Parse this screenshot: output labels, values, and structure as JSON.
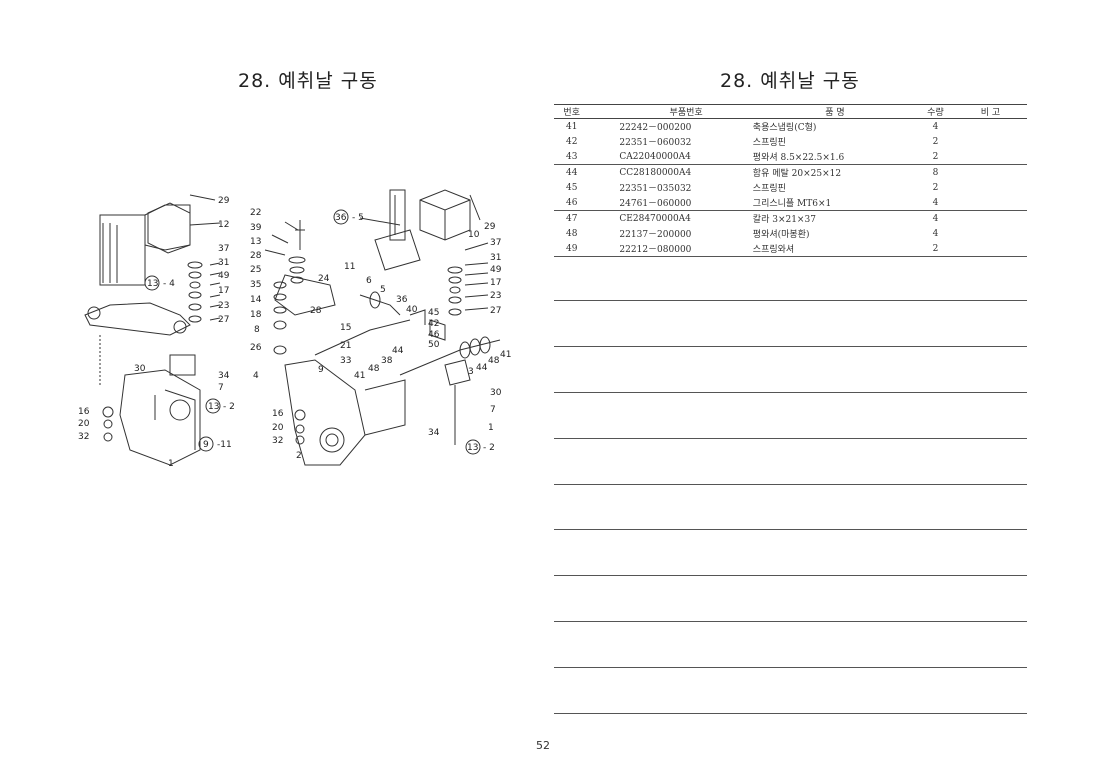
{
  "left_title": "28. 예취날 구동",
  "right_title": "28. 예취날 구동",
  "table": {
    "headers": {
      "number": "번호",
      "part_number": "부품번호",
      "name": "품 명",
      "qty": "수량",
      "remarks": "비 고"
    },
    "rows": [
      {
        "number": "41",
        "part_number": "22242－000200",
        "name": "축용스냅링(C형)",
        "qty": "4",
        "remarks": ""
      },
      {
        "number": "42",
        "part_number": "22351－060032",
        "name": "스프링핀",
        "qty": "2",
        "remarks": ""
      },
      {
        "number": "43",
        "part_number": "CA22040000A4",
        "name": "평와셔 8.5×22.5×1.6",
        "qty": "2",
        "remarks": ""
      },
      {
        "number": "44",
        "part_number": "CC28180000A4",
        "name": "함유 메탈 20×25×12",
        "qty": "8",
        "remarks": ""
      },
      {
        "number": "45",
        "part_number": "22351－035032",
        "name": "스프링핀",
        "qty": "2",
        "remarks": ""
      },
      {
        "number": "46",
        "part_number": "24761－060000",
        "name": "그리스니플 MT6×1",
        "qty": "4",
        "remarks": ""
      },
      {
        "number": "47",
        "part_number": "CE28470000A4",
        "name": "칼라 3×21×37",
        "qty": "4",
        "remarks": ""
      },
      {
        "number": "48",
        "part_number": "22137－200000",
        "name": "평와셔(마봉환)",
        "qty": "4",
        "remarks": ""
      },
      {
        "number": "49",
        "part_number": "22212－080000",
        "name": "스프링와셔",
        "qty": "2",
        "remarks": ""
      }
    ]
  },
  "diagram": {
    "labels": [
      "29",
      "12",
      "37",
      "31",
      "49",
      "17",
      "23",
      "27",
      "4",
      "30",
      "34",
      "7",
      "2",
      "16",
      "20",
      "32",
      "11",
      "1",
      "22",
      "39",
      "13",
      "28",
      "25",
      "35",
      "14",
      "18",
      "8",
      "26",
      "24",
      "28",
      "15",
      "21",
      "33",
      "9",
      "4",
      "16",
      "20",
      "32",
      "2",
      "36",
      "5",
      "6",
      "5",
      "36",
      "40",
      "45",
      "42",
      "46",
      "50",
      "38",
      "44",
      "48",
      "41",
      "10",
      "29",
      "37",
      "31",
      "49",
      "17",
      "23",
      "27",
      "41",
      "48",
      "44",
      "3",
      "30",
      "7",
      "1",
      "34",
      "2"
    ],
    "circled": [
      "13",
      "13",
      "9",
      "36",
      "13"
    ]
  },
  "page_number": "52"
}
